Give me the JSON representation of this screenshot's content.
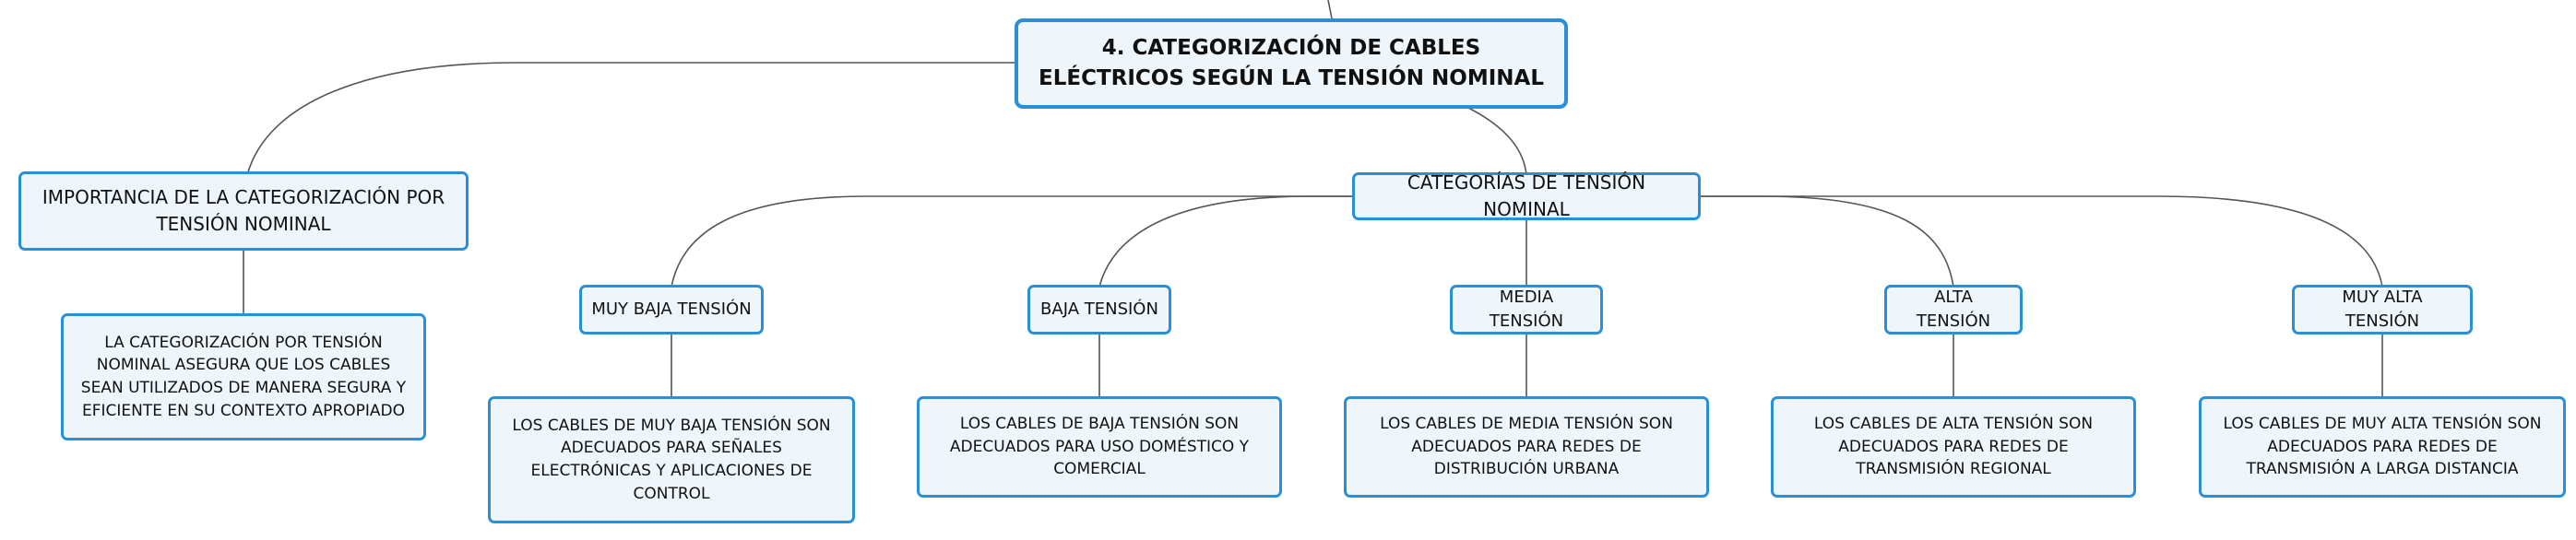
{
  "root": {
    "label": "4. CATEGORIZACIÓN DE CABLES ELÉCTRICOS SEGÚN LA TENSIÓN NOMINAL"
  },
  "importance": {
    "title": "IMPORTANCIA DE LA CATEGORIZACIÓN POR TENSIÓN NOMINAL",
    "detail": "LA CATEGORIZACIÓN POR TENSIÓN NOMINAL ASEGURA QUE LOS CABLES SEAN UTILIZADOS DE MANERA SEGURA Y EFICIENTE EN SU CONTEXTO APROPIADO"
  },
  "categories": {
    "title": "CATEGORÍAS DE TENSIÓN NOMINAL",
    "items": [
      {
        "label": "MUY BAJA TENSIÓN",
        "detail": "LOS CABLES DE MUY BAJA TENSIÓN SON ADECUADOS PARA SEÑALES ELECTRÓNICAS Y APLICACIONES DE CONTROL"
      },
      {
        "label": "BAJA TENSIÓN",
        "detail": "LOS CABLES DE BAJA TENSIÓN SON ADECUADOS PARA USO DOMÉSTICO Y COMERCIAL"
      },
      {
        "label": "MEDIA TENSIÓN",
        "detail": "LOS CABLES DE MEDIA TENSIÓN SON ADECUADOS PARA REDES DE DISTRIBUCIÓN URBANA"
      },
      {
        "label": "ALTA TENSIÓN",
        "detail": "LOS CABLES DE ALTA TENSIÓN SON ADECUADOS PARA REDES DE TRANSMISIÓN REGIONAL"
      },
      {
        "label": "MUY ALTA TENSIÓN",
        "detail": "LOS CABLES DE MUY ALTA TENSIÓN SON ADECUADOS PARA REDES DE TRANSMISIÓN A LARGA DISTANCIA"
      }
    ]
  },
  "colors": {
    "node_border": "#2b8fd6",
    "node_fill": "#eef6fc",
    "connector": "#555555"
  }
}
